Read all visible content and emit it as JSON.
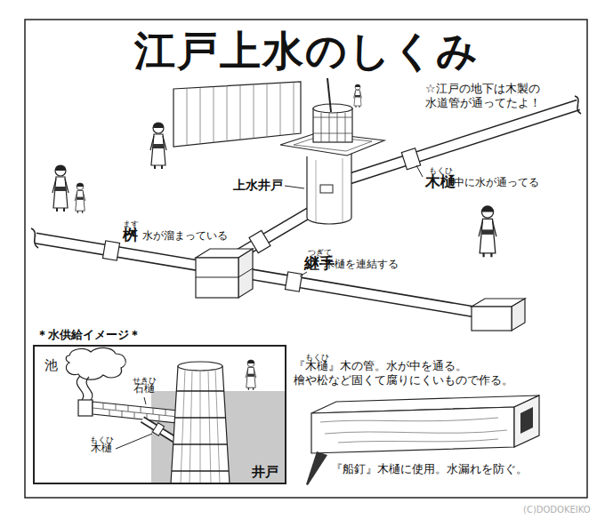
{
  "diagram": {
    "title": "江戸上水のしくみ",
    "nodes": [
      {
        "text": [
          "＊水供給イメージ＊"
        ]
      }
    ],
    "labels": [
      "☆江戸の地下は木製の 水道管が通ってたよ！",
      "もくひ",
      "木樋",
      "中に水が通ってる",
      "上水井戸",
      "ます",
      "桝",
      "水が溜まっている",
      "つぎて",
      "継手",
      "木樋を連結する",
      "池",
      "せきひ",
      "石樋",
      "もくひ",
      "木樋",
      "井戸",
      "もくひ",
      "『木樋』木の管。水が中を通る。 檜や松など固くて腐りにくいもので作る。",
      "『船釘』木樋に使用。水漏れを防ぐ。",
      "(C)DODOKEIKO"
    ]
  }
}
